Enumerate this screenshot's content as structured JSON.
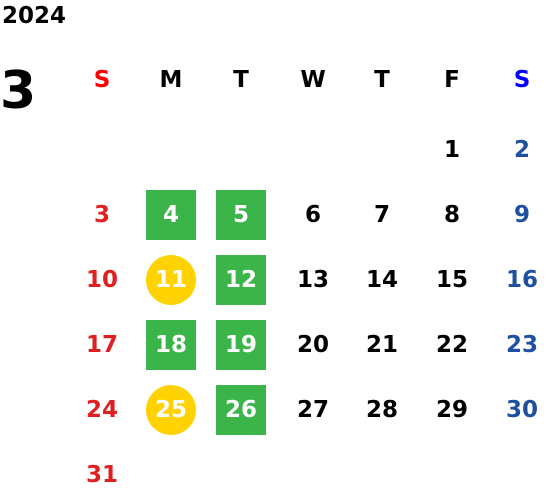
{
  "calendar": {
    "year": "2024",
    "month": "3",
    "weekdays": [
      "S",
      "M",
      "T",
      "W",
      "T",
      "F",
      "S"
    ],
    "colors": {
      "sunday_header": "#ff0000",
      "saturday_header": "#0000ff",
      "sunday_date": "#e02020",
      "saturday_date": "#1f4fa0",
      "highlight_green": "#3bb54a",
      "highlight_yellow": "#ffd200"
    },
    "weeks": [
      [
        null,
        null,
        null,
        null,
        null,
        {
          "day": "1"
        },
        {
          "day": "2"
        }
      ],
      [
        {
          "day": "3"
        },
        {
          "day": "4",
          "mark": "green"
        },
        {
          "day": "5",
          "mark": "green"
        },
        {
          "day": "6"
        },
        {
          "day": "7"
        },
        {
          "day": "8"
        },
        {
          "day": "9"
        }
      ],
      [
        {
          "day": "10"
        },
        {
          "day": "11",
          "mark": "yellow"
        },
        {
          "day": "12",
          "mark": "green"
        },
        {
          "day": "13"
        },
        {
          "day": "14"
        },
        {
          "day": "15"
        },
        {
          "day": "16"
        }
      ],
      [
        {
          "day": "17"
        },
        {
          "day": "18",
          "mark": "green"
        },
        {
          "day": "19",
          "mark": "green"
        },
        {
          "day": "20"
        },
        {
          "day": "21"
        },
        {
          "day": "22"
        },
        {
          "day": "23"
        }
      ],
      [
        {
          "day": "24"
        },
        {
          "day": "25",
          "mark": "yellow"
        },
        {
          "day": "26",
          "mark": "green"
        },
        {
          "day": "27"
        },
        {
          "day": "28"
        },
        {
          "day": "29"
        },
        {
          "day": "30"
        }
      ],
      [
        {
          "day": "31"
        },
        null,
        null,
        null,
        null,
        null,
        null
      ]
    ]
  }
}
